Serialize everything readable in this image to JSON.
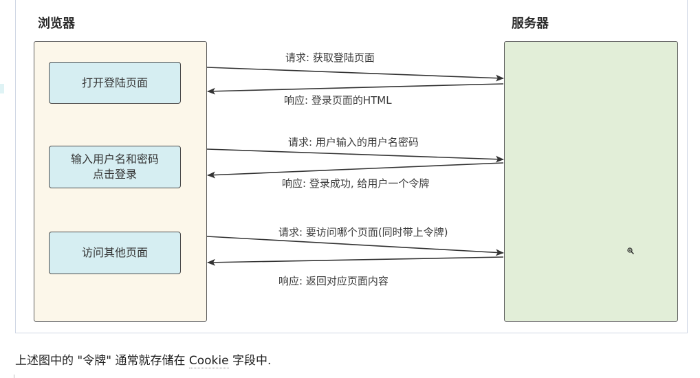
{
  "diagram": {
    "browser_title": "浏览器",
    "server_title": "服务器",
    "actions": [
      {
        "lines": [
          "打开登陆页面"
        ]
      },
      {
        "lines": [
          "输入用户名和密码",
          "点击登录"
        ]
      },
      {
        "lines": [
          "访问其他页面"
        ]
      }
    ],
    "messages": [
      {
        "label": "请求: 获取登陆页面",
        "direction": "to-server"
      },
      {
        "label": "响应: 登录页面的HTML",
        "direction": "to-browser"
      },
      {
        "label": "请求: 用户输入的用户名密码",
        "direction": "to-server"
      },
      {
        "label": "响应: 登录成功, 给用户一个令牌",
        "direction": "to-browser"
      },
      {
        "label": "请求: 要访问哪个页面(同时带上令牌)",
        "direction": "to-server"
      },
      {
        "label": "响应: 返回对应页面内容",
        "direction": "to-browser"
      }
    ],
    "colors": {
      "browser_lane": "#fcf7ea",
      "server_lane": "#e2eed8",
      "action_box": "#d6eef2",
      "arrow": "#333333"
    }
  },
  "caption": {
    "before": "上述图中的 \"令牌\" 通常就存储在 ",
    "link": "Cookie",
    "after": " 字段中."
  },
  "icons": {
    "cursor": "zoom-cursor-icon"
  }
}
